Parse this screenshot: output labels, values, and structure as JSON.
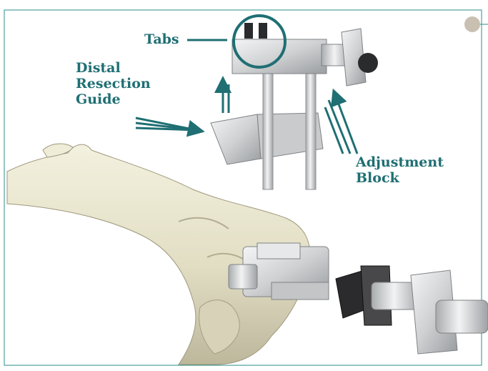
{
  "labels": {
    "tabs": "Tabs",
    "distal_resection_guide": "Distal\nResection\nGuide",
    "adjustment_block": "Adjustment\nBlock"
  },
  "colors": {
    "label": "#1f6f73",
    "frame_border": "#2a8f8a",
    "callout_dot": "#c9c0b2",
    "bone": "#e8e5cf",
    "bone_shadow": "#b9b49b",
    "metal": "#d6d7d8",
    "metal_dark": "#8e9194",
    "tab_dark": "#2a2b2d"
  },
  "icons": {
    "callout": "callout-dot-icon",
    "arrows": [
      "arrow-right-icon",
      "arrow-up-icon",
      "arrow-up-left-icon"
    ]
  }
}
